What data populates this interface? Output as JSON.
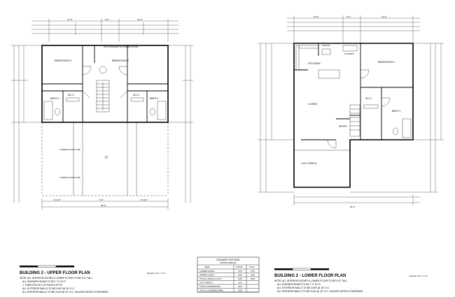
{
  "upper_plan": {
    "title": "BUILDING 2 - UPPER FLOOR PLAN",
    "scale": "SCALE: 1/4\" = 1'-0\"",
    "notes": [
      "NOTE: ALL INTERIOR DOORS & LOWER FLOOR TO BE 6'-8\" TALL",
      "ALL SHOWER HEADS TO BE 7'-0\" A.F.F.",
      "1. TANKLESS W.H. AT FANS & ATTIC",
      "ALL EXTERIOR WALLS TO BE 2x6'S @ 16\" O.C.",
      "ALL INTERIOR WALLS TO BE 2x4'S @ 16\" O.C. UNLESS NOTED OTHERWISE"
    ],
    "rooms": {
      "bedroom3": "BEDROOM 3",
      "bedroom2": "BEDROOM 2",
      "bath3": "BATH 3",
      "bath2": "BATH 2",
      "wic_left": "W.I.C.",
      "wic_right": "W.I.C.",
      "lower_floor_left": "LOWER FLOOR LINE",
      "lower_floor_right": "LOWER FLOOR LINE",
      "attic": "ATTIC ACCESS TO LOWER FLOOR"
    },
    "dims_top": [
      "12'-6\"",
      "5'-6\"",
      "12'-6\""
    ],
    "dims_bottom": [
      "4'-6 1/2\"",
      "5'-6\"",
      "4'-6 1/2\""
    ],
    "dim_total": "28'-0\""
  },
  "lower_plan": {
    "title": "BUILDING 2 - LOWER FLOOR PLAN",
    "scale": "SCALE: 1/4\" = 1'-0\"",
    "notes": [
      "NOTE: ALL INTERIOR DOORS & LOWER FLOOR TO BE 6'-8\" TALL",
      "ALL SHOWER HEADS TO BE 7'-0\" A.F.F.",
      "ALL EXTERIOR WALLS TO BE 2x6'S @ 16\" O.C.",
      "ALL INTERIOR WALLS TO BE 2x4'S @ 16\" O.C. UNLESS NOTED OTHERWISE"
    ],
    "rooms": {
      "kitchen": "KITCHEN",
      "living": "LIVING",
      "bedroom1": "BEDROOM 1",
      "bath1": "BATH 1",
      "wic": "W.I.C.",
      "entry": "ENTRY",
      "porch": "COV. PORCH",
      "pantry": "PANTRY",
      "laundry": "LAUNDRY"
    },
    "dims_top": [
      "12'-6\"",
      "5'-6\"",
      "12'-6\""
    ],
    "dim_total": "28'-0\""
  },
  "square_footage": {
    "title": "SQUARE FOOTAGE",
    "subtitle": "(APPROXIMATE)",
    "headers": [
      "ITEM",
      "LIVING",
      "F.A.R."
    ],
    "rows": [
      [
        "LOWER LIVING",
        "679",
        "679"
      ],
      [
        "UPPER LIVING",
        "608",
        "608"
      ],
      [
        "TOTAL LIVING & F.A.R.",
        "1287",
        "1287"
      ],
      [
        "COV. PORCH",
        "120",
        ""
      ],
      [
        "TOTAL FOUNDATION",
        "819",
        ""
      ],
      [
        "TOTAL COVERED AREA",
        "1407",
        ""
      ]
    ]
  }
}
